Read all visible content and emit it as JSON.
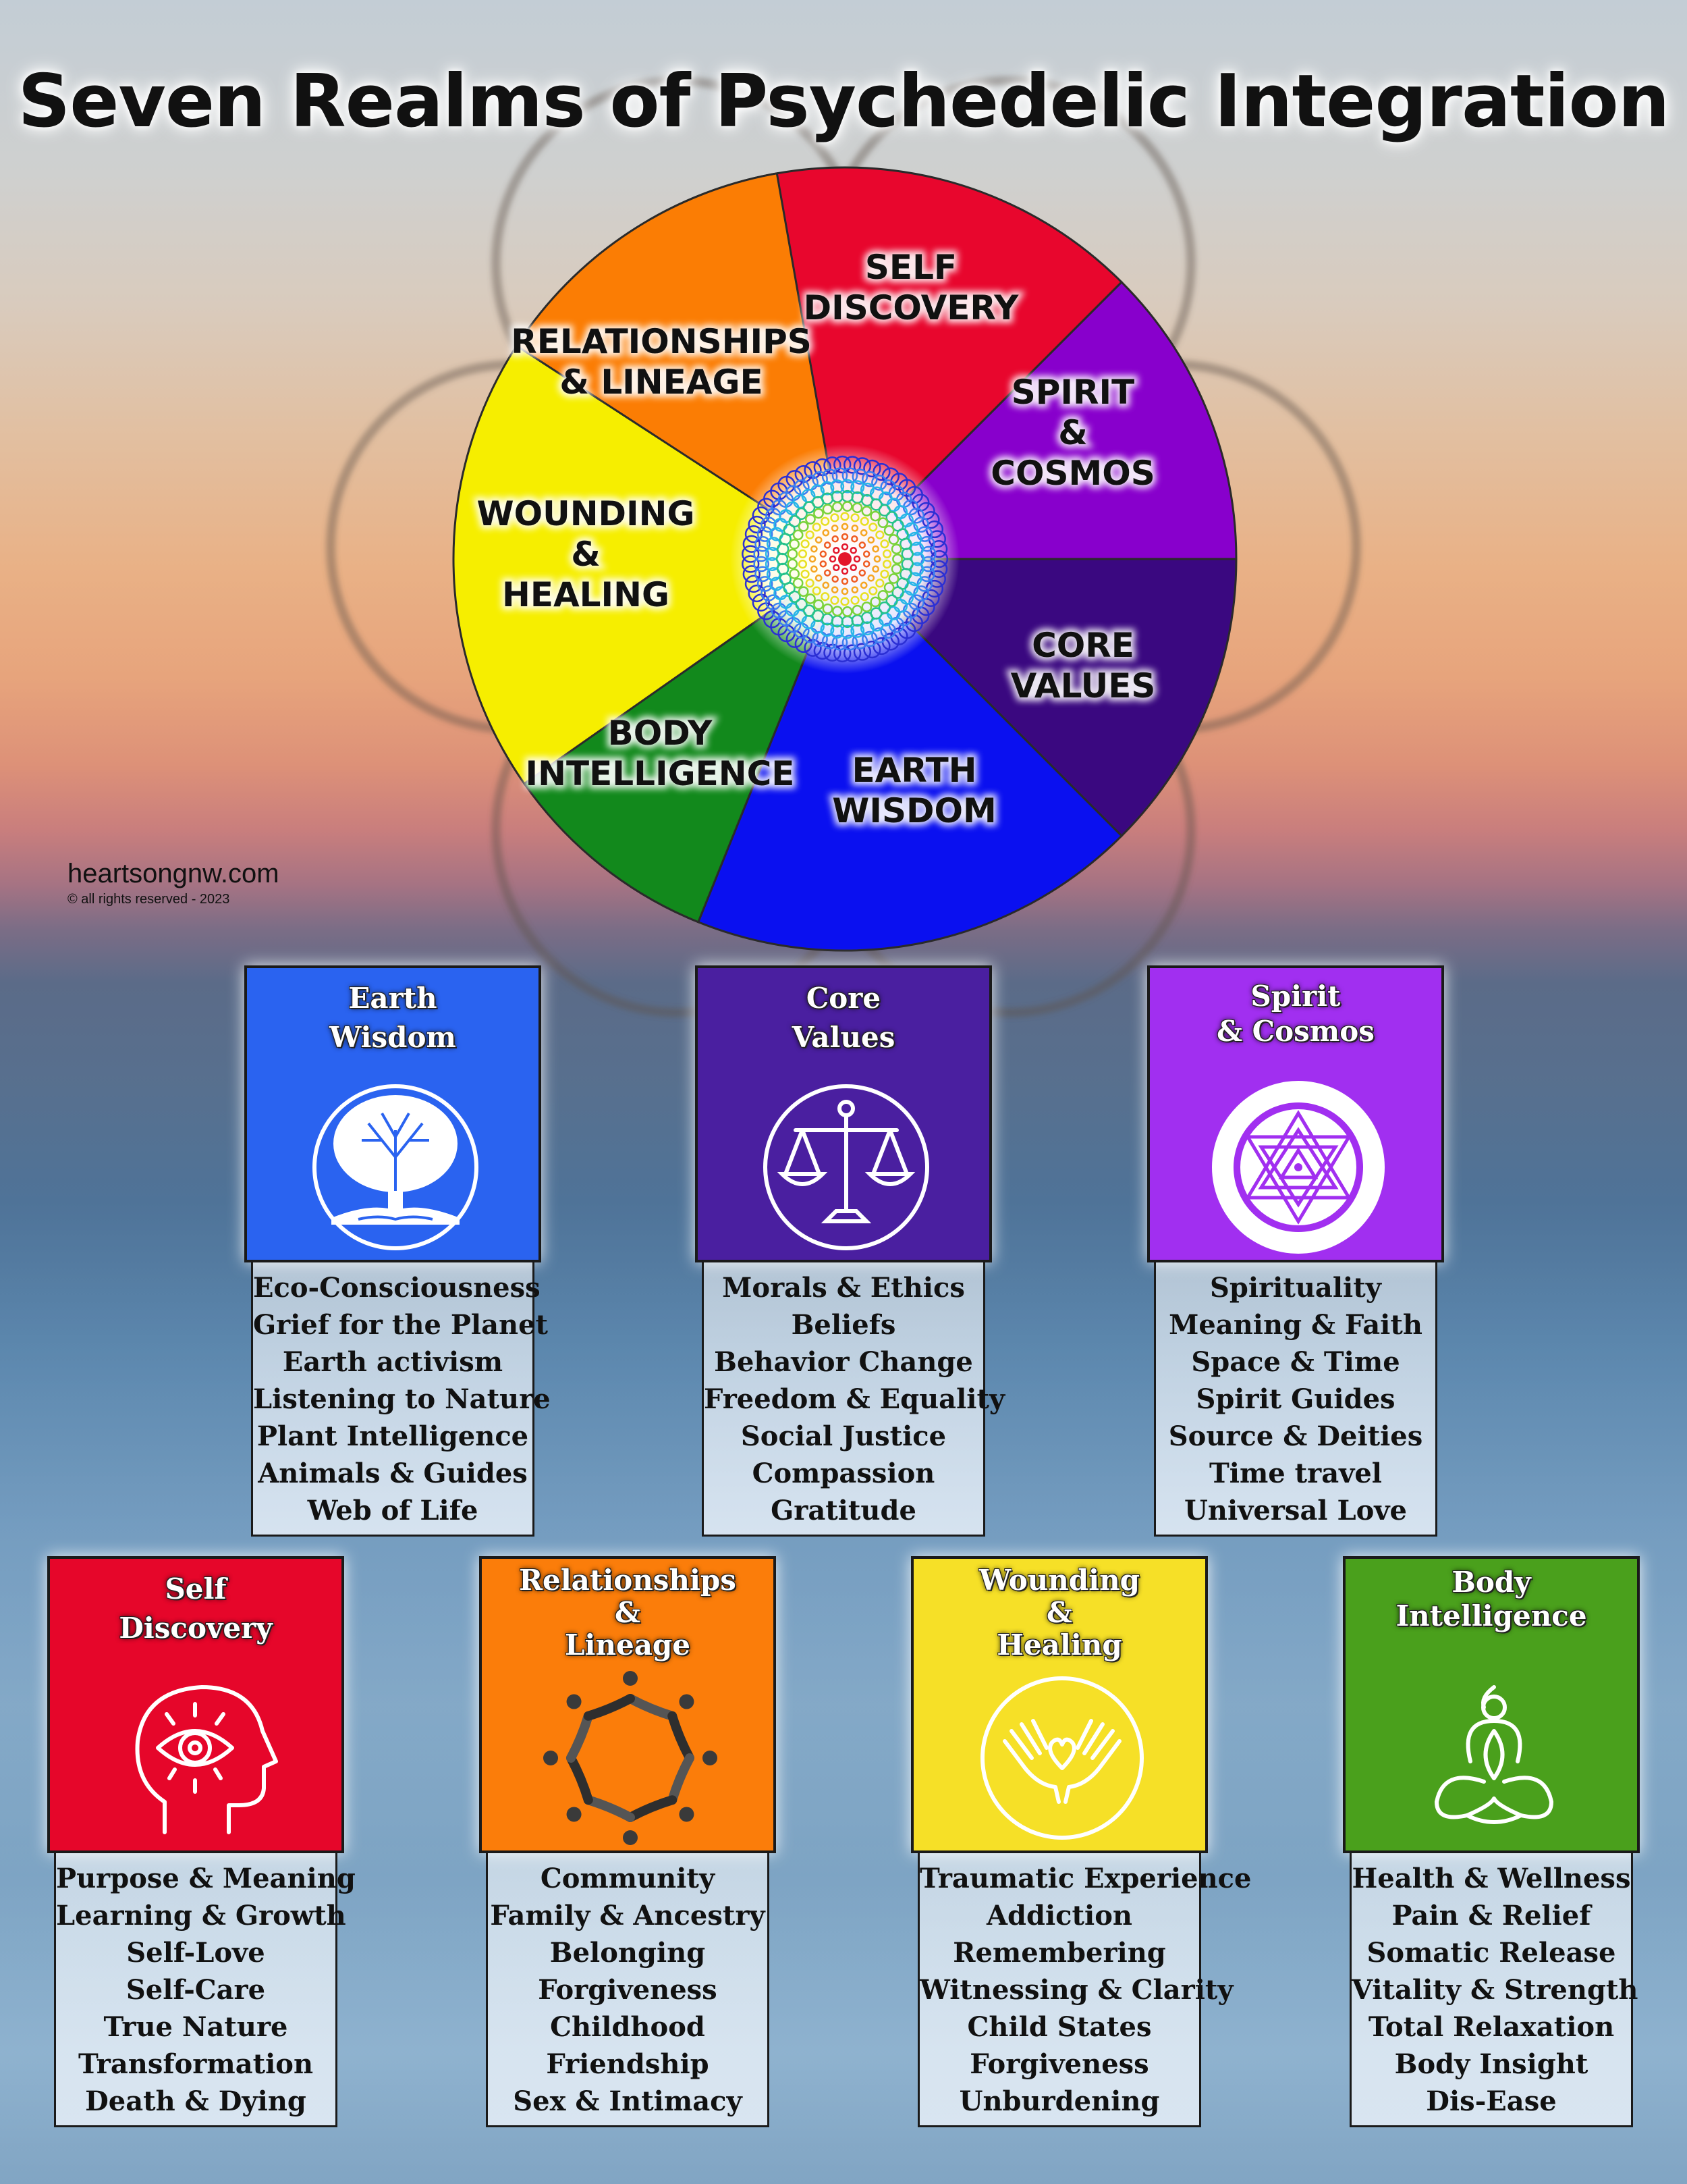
{
  "title": "Seven Realms of Psychedelic Integration",
  "credit": {
    "site": "heartsongnw.com",
    "rights": "© all rights reserved - 2023"
  },
  "colors": {
    "self_discovery": "#e8062d",
    "spirit_cosmos": "#8800cc",
    "core_values": "#3a0880",
    "earth_wisdom": "#0a10f0",
    "body_intelligence": "#12891c",
    "wounding_healing": "#f6ee00",
    "relationships_lineage": "#fb7d04"
  },
  "wheel": {
    "segments": [
      {
        "key": "self_discovery",
        "lines": [
          "SELF",
          "DISCOVERY"
        ]
      },
      {
        "key": "spirit_cosmos",
        "lines": [
          "SPIRIT",
          "&",
          "COSMOS"
        ]
      },
      {
        "key": "core_values",
        "lines": [
          "CORE",
          "VALUES"
        ]
      },
      {
        "key": "earth_wisdom",
        "lines": [
          "EARTH",
          "WISDOM"
        ]
      },
      {
        "key": "body_intelligence",
        "lines": [
          "BODY",
          "INTELLIGENCE"
        ]
      },
      {
        "key": "wounding_healing",
        "lines": [
          "WOUNDING",
          "&",
          "HEALING"
        ]
      },
      {
        "key": "relationships_lineage",
        "lines": [
          "RELATIONSHIPS",
          "& LINEAGE"
        ]
      }
    ]
  },
  "realms": {
    "earth_wisdom": {
      "title": [
        "Earth",
        "Wisdom"
      ],
      "color": "#2a63f0",
      "icon": "tree-of-life-icon",
      "items": [
        "Eco-Consciousness",
        "Grief for the Planet",
        "Earth activism",
        "Listening to Nature",
        "Plant Intelligence",
        "Animals & Guides",
        "Web of Life"
      ]
    },
    "core_values": {
      "title": [
        "Core",
        "Values"
      ],
      "color": "#4a1fa0",
      "icon": "scales-icon",
      "items": [
        "Morals & Ethics",
        "Beliefs",
        "Behavior Change",
        "Freedom & Equality",
        "Social Justice",
        "Compassion",
        "Gratitude"
      ]
    },
    "spirit_cosmos": {
      "title": [
        "Spirit",
        "& Cosmos"
      ],
      "color": "#a12ff0",
      "icon": "sri-yantra-icon",
      "items": [
        "Spirituality",
        "Meaning & Faith",
        "Space & Time",
        "Spirit Guides",
        "Source & Deities",
        "Time travel",
        "Universal Love"
      ]
    },
    "self_discovery": {
      "title": [
        "Self",
        "Discovery"
      ],
      "color": "#e6062a",
      "icon": "mind-eye-icon",
      "items": [
        "Purpose & Meaning",
        "Learning & Growth",
        "Self-Love",
        "Self-Care",
        "True Nature",
        "Transformation",
        "Death & Dying"
      ]
    },
    "relationships_lineage": {
      "title": [
        "Relationships",
        "&",
        "Lineage"
      ],
      "color": "#fb7d0a",
      "icon": "community-circle-icon",
      "items": [
        "Community",
        "Family & Ancestry",
        "Belonging",
        "Forgiveness",
        "Childhood",
        "Friendship",
        "Sex & Intimacy"
      ]
    },
    "wounding_healing": {
      "title": [
        "Wounding",
        "&",
        "Healing"
      ],
      "color": "#f6e027",
      "icon": "healing-hands-icon",
      "items": [
        "Traumatic Experience",
        "Addiction",
        "Remembering",
        "Witnessing & Clarity",
        "Child States",
        "Forgiveness",
        "Unburdening"
      ]
    },
    "body_intelligence": {
      "title": [
        "Body",
        "Intelligence"
      ],
      "color": "#4aa01c",
      "icon": "meditation-figure-icon",
      "items": [
        "Health & Wellness",
        "Pain & Relief",
        "Somatic Release",
        "Vitality & Strength",
        "Total Relaxation",
        "Body Insight",
        "Dis-Ease"
      ]
    }
  }
}
